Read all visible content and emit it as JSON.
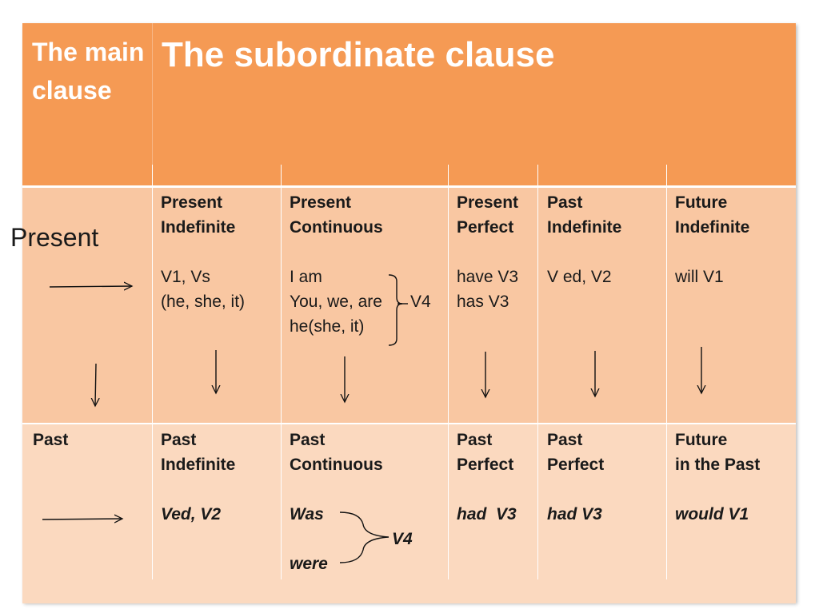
{
  "header": {
    "main_clause": "The main clause",
    "subordinate_clause": "The subordinate clause"
  },
  "present_row": {
    "label": "Present",
    "present_indefinite": {
      "title_1": "Present",
      "title_2": "Indefinite",
      "form_1": "V1, Vs",
      "form_2": "(he, she, it)"
    },
    "present_continuous": {
      "title_1": "Present",
      "title_2": "Continuous",
      "form_1": "I am",
      "form_2": "You, we, are",
      "form_3": "he(she, it)",
      "form_v4": "V4"
    },
    "present_perfect": {
      "title_1": "Present",
      "title_2": "Perfect",
      "form_1": "have V3",
      "form_2": "has V3"
    },
    "past_indefinite": {
      "title_1": "Past",
      "title_2": "Indefinite",
      "form_1": "V ed, V2"
    },
    "future_indefinite": {
      "title_1": "Future",
      "title_2": "Indefinite",
      "form_1": "will V1"
    }
  },
  "past_row": {
    "label": "Past",
    "past_indefinite": {
      "title_1": "Past",
      "title_2": "Indefinite",
      "form_1": "Ved, V2"
    },
    "past_continuous": {
      "title_1": "Past",
      "title_2": "Continuous",
      "form_1": "Was",
      "form_2": "were",
      "form_v4": "V4"
    },
    "past_perfect_1": {
      "title_1": "Past",
      "title_2": "Perfect",
      "form_1": "had  V3"
    },
    "past_perfect_2": {
      "title_1": "Past",
      "title_2": "Perfect",
      "form_1": "had V3"
    },
    "future_in_past": {
      "title_1": "Future",
      "title_2": "in the Past",
      "form_1": "would V1"
    }
  },
  "colors": {
    "header": "#f59a54",
    "row_present": "#f9c7a2",
    "row_past": "#fbd9bf"
  }
}
